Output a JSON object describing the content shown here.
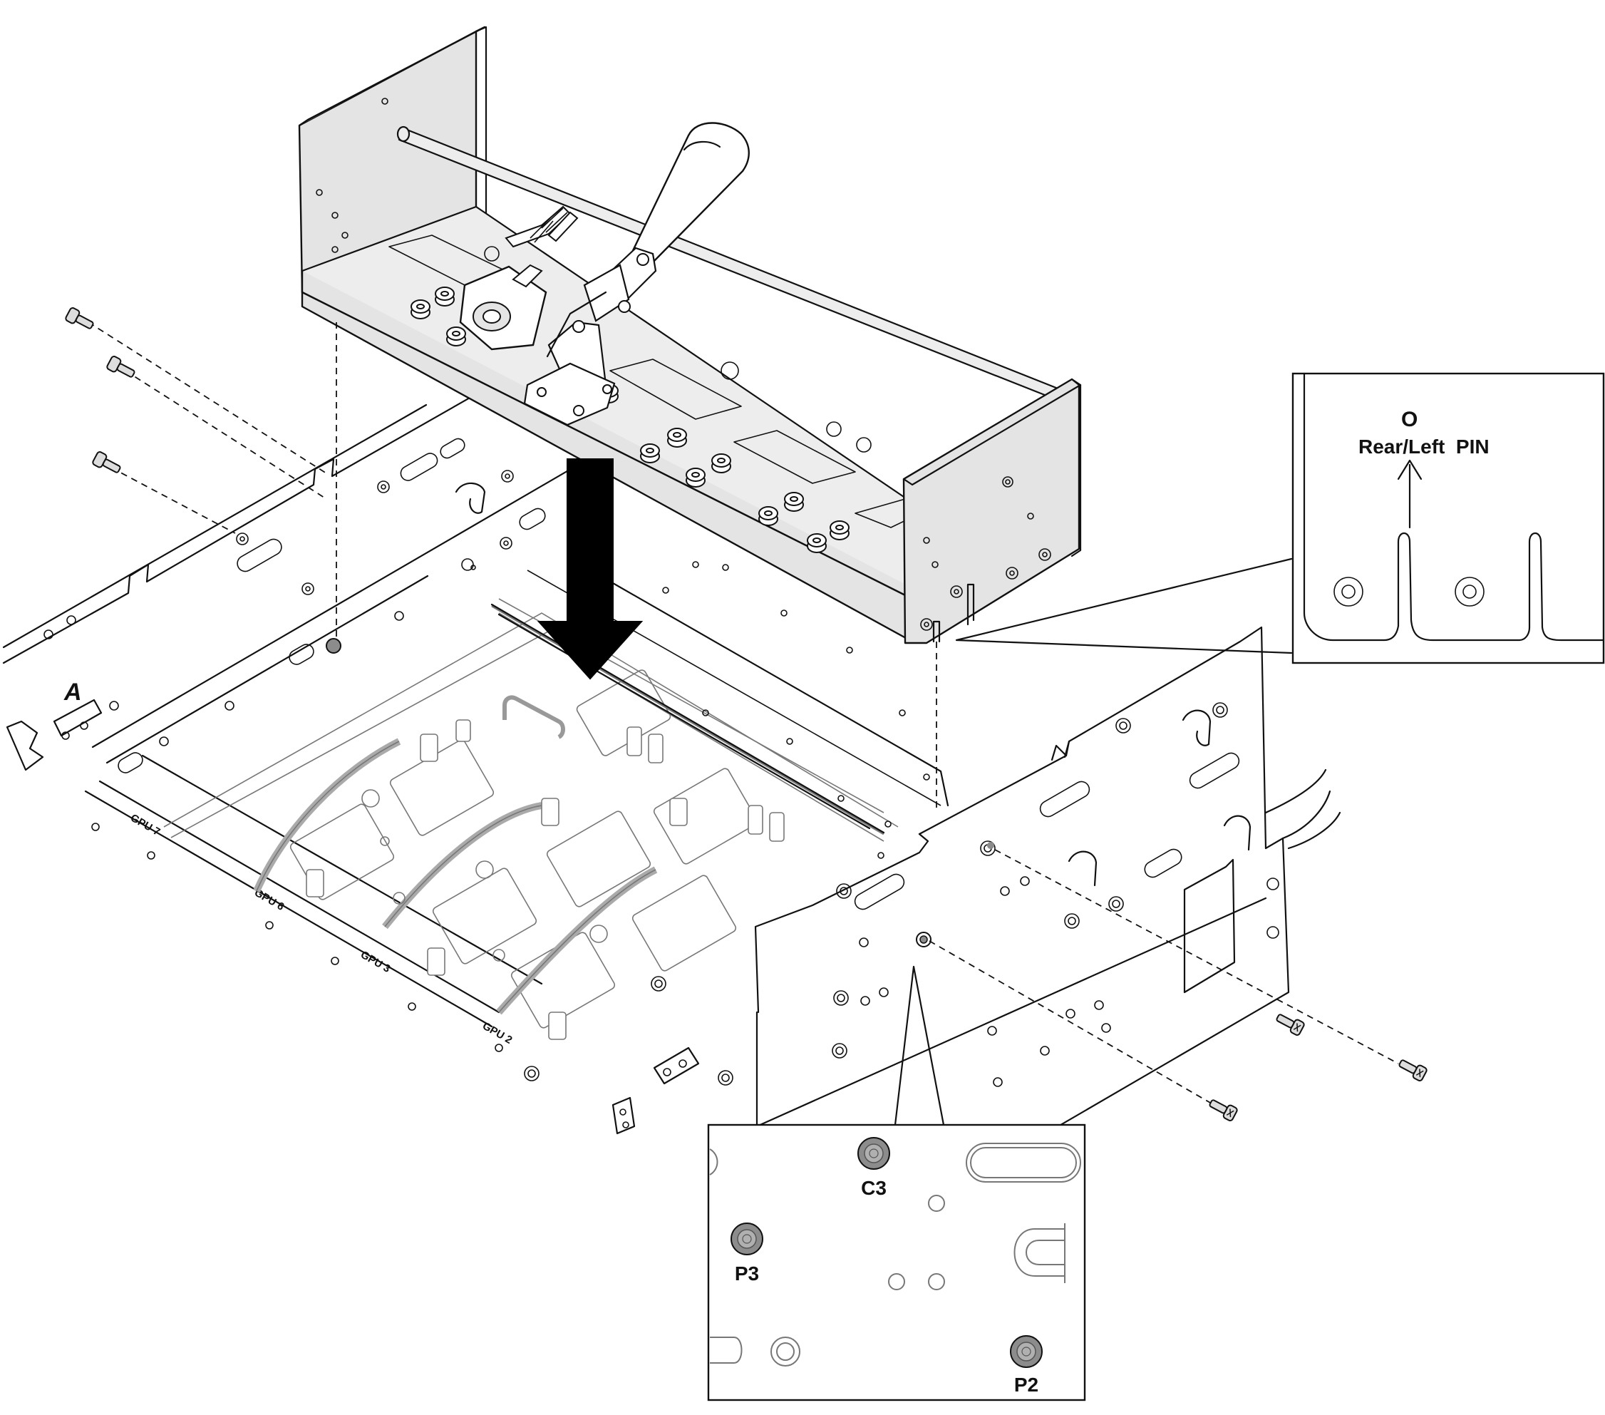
{
  "chassis": {
    "slot_letter": "A",
    "gpu_labels": [
      "GPU 7",
      "GPU 6",
      "GPU 3",
      "GPU 2"
    ]
  },
  "callout_top": {
    "marker": "O",
    "label": "Rear/Left  PIN"
  },
  "callout_bottom": {
    "labels": [
      "C3",
      "P3",
      "P2"
    ]
  },
  "colors": {
    "fixture_fill": "#e4e4e4",
    "line": "#111111",
    "pin_fill": "#8c8c8c",
    "chassis_interior": "#777777"
  },
  "icons": [
    "down-arrow-icon",
    "screw-icon",
    "toggle-clamp-icon",
    "guide-pin-icon"
  ]
}
